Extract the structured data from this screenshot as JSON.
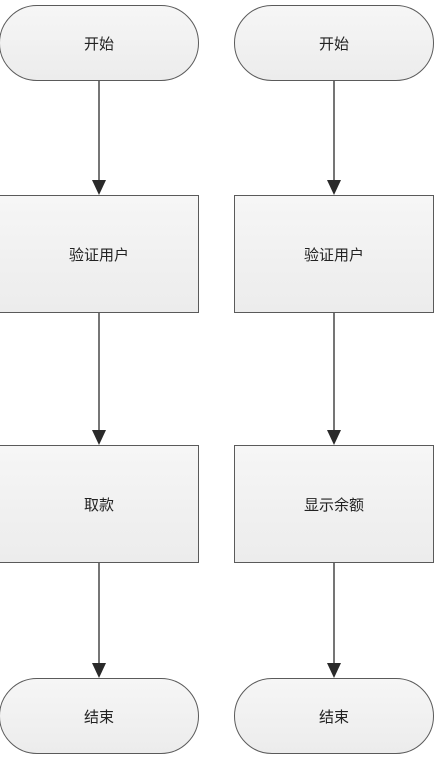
{
  "flowcharts": [
    {
      "start": "开始",
      "step1": "验证用户",
      "step2": "取款",
      "end": "结束"
    },
    {
      "start": "开始",
      "step1": "验证用户",
      "step2": "显示余额",
      "end": "结束"
    }
  ],
  "colors": {
    "border": "#5a5a5a",
    "fill": "#f0f0f0",
    "arrow": "#2a2a2a",
    "text": "#222222"
  }
}
